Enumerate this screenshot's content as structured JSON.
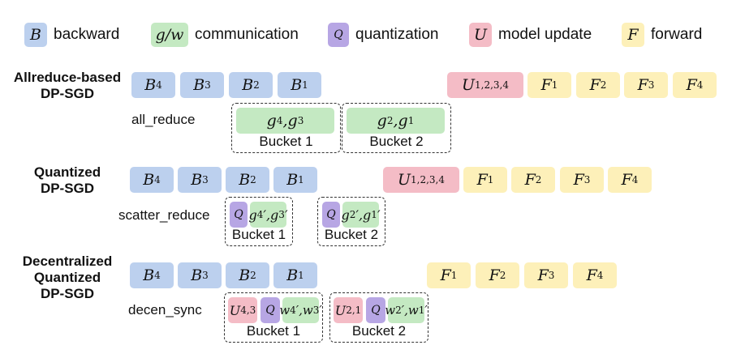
{
  "legend": [
    {
      "symbol": "B",
      "label": "backward",
      "color": "#bcd0ee"
    },
    {
      "symbol": "g/w",
      "label": "communication",
      "color": "#c4e9c2"
    },
    {
      "symbol": "Q",
      "label": "quantization",
      "color": "#b7a6e4"
    },
    {
      "symbol": "U",
      "label": "model update",
      "color": "#f4bcc6"
    },
    {
      "symbol": "F",
      "label": "forward",
      "color": "#fdf0b9"
    }
  ],
  "rows": [
    {
      "title_lines": [
        "Allreduce-based",
        "DP-SGD"
      ],
      "backward": [
        "B4",
        "B3",
        "B2",
        "B1"
      ],
      "operation": "all_reduce",
      "update": "U1,2,3,4",
      "forward": [
        "F1",
        "F2",
        "F3",
        "F4"
      ],
      "buckets": [
        {
          "label": "Bucket 1",
          "items": [
            "g4, g3"
          ]
        },
        {
          "label": "Bucket 2",
          "items": [
            "g2, g1"
          ]
        }
      ]
    },
    {
      "title_lines": [
        "Quantized",
        "DP-SGD"
      ],
      "backward": [
        "B4",
        "B3",
        "B2",
        "B1"
      ],
      "operation": "scatter_reduce",
      "update": "U1,2,3,4",
      "forward": [
        "F1",
        "F2",
        "F3",
        "F4"
      ],
      "buckets": [
        {
          "label": "Bucket 1",
          "items": [
            "Q",
            "g'4, g'3"
          ]
        },
        {
          "label": "Bucket 2",
          "items": [
            "Q",
            "g'2, g'1"
          ]
        }
      ]
    },
    {
      "title_lines": [
        "Decentralized",
        "Quantized",
        "DP-SGD"
      ],
      "backward": [
        "B4",
        "B3",
        "B2",
        "B1"
      ],
      "operation": "decen_sync",
      "forward": [
        "F1",
        "F2",
        "F3",
        "F4"
      ],
      "buckets": [
        {
          "label": "Bucket 1",
          "items": [
            "U4,3",
            "Q",
            "w'4, w'3"
          ]
        },
        {
          "label": "Bucket 2",
          "items": [
            "U2,1",
            "Q",
            "w'2, w'1"
          ]
        }
      ]
    }
  ]
}
